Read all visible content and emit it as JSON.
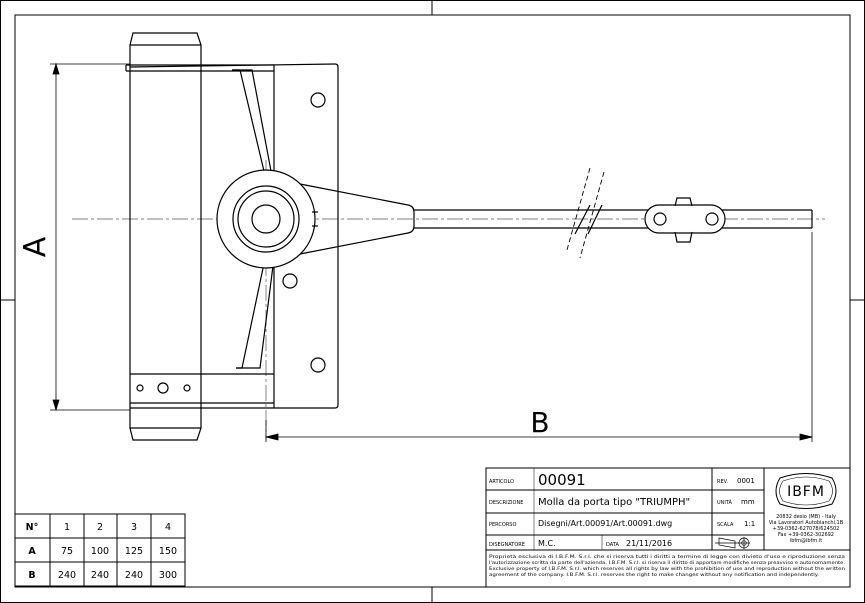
{
  "dimensions": {
    "a": "A",
    "b": "B"
  },
  "title_block": {
    "articolo_label": "ARTICOLO",
    "articolo": "00091",
    "rev_label": "REV.",
    "rev": "0001",
    "descrizione_label": "DESCRIZIONE",
    "descrizione": "Molla da porta tipo \"TRIUMPH\"",
    "unita_label": "UNITÀ",
    "unita": "mm",
    "percorso_label": "PERCORSO",
    "percorso": "Disegni/Art.00091/Art.00091.dwg",
    "scala_label": "SCALA",
    "scala": "1:1",
    "disegnatore_label": "DISEGNATORE",
    "disegnatore": "M.C.",
    "data_label": "DATA",
    "data": "21/11/2016",
    "logo": "IBFM",
    "address": [
      "20832 desio (MB) - Italy",
      "Via Lavoratori Autobianchi,1B",
      "+39-0362-627078/624502",
      "Fax +39-0362-302692",
      "ibfm@ibfm.it"
    ],
    "disclaimer": [
      "Proprietà esclusiva di I.B.F.M. S.r.l. che si riserva tutti i diritti a termine di legge con divieto d'uso e riproduzione senza",
      "l'autorizzazione scritta da parte dell'azienda. I.B.F.M. S.r.l. si riserva il diritto di apportare modifiche senza preavviso e autonomamente.",
      "Exclusive property of I.B.F.M. S.r.l. which reserves all rights by law with the prohibition of use and reproduction without the written",
      "agreement of the company. I.B.F.M. S.r.l. reserves the right to make changes without any notification and independently."
    ]
  },
  "size_table": {
    "header_label": "N°",
    "columns": [
      "1",
      "2",
      "3",
      "4"
    ],
    "rows": [
      {
        "label": "A",
        "values": [
          "75",
          "100",
          "125",
          "150"
        ]
      },
      {
        "label": "B",
        "values": [
          "240",
          "240",
          "240",
          "300"
        ]
      }
    ]
  }
}
